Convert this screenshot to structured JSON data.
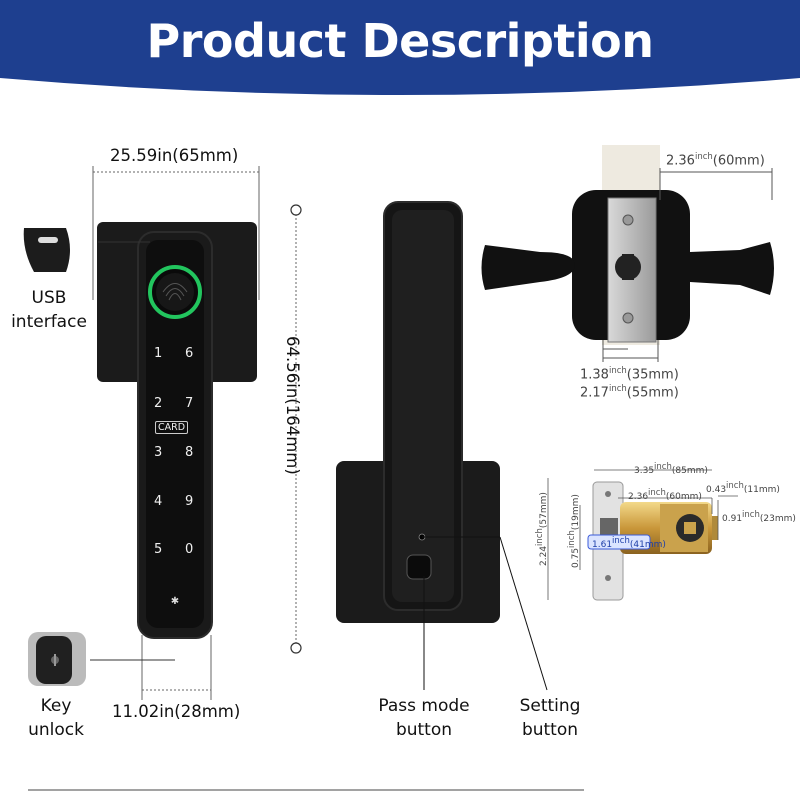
{
  "banner": {
    "title": "Product Description",
    "background_color": "#1e3f8f"
  },
  "front_view": {
    "width_label": "25.59in(65mm)",
    "height_label": "64.56in(164mm)",
    "handle_width_label": "11.02in(28mm)",
    "usb_label_line1": "USB",
    "usb_label_line2": "interface",
    "key_label_line1": "Key",
    "key_label_line2": "unlock",
    "card_label": "CARD",
    "keypad": [
      [
        "1",
        "6"
      ],
      [
        "2",
        "7"
      ],
      [
        "3",
        "8"
      ],
      [
        "4",
        "9"
      ],
      [
        "5",
        "0"
      ]
    ],
    "fingerprint_ring_color": "#22c55e"
  },
  "side_view": {
    "pass_mode_line1": "Pass mode",
    "pass_mode_line2": "button",
    "setting_line1": "Setting",
    "setting_line2": "button"
  },
  "door_view": {
    "thickness_value": "2.36",
    "thickness_unit": "inch",
    "thickness_mm": "(60mm)",
    "backset1_value": "1.38",
    "backset1_unit": "inch",
    "backset1_mm": "(35mm)",
    "backset2_value": "2.17",
    "backset2_unit": "inch",
    "backset2_mm": "(55mm)"
  },
  "latch_view": {
    "total_length": "3.35",
    "total_length_mm": "(85mm)",
    "body_length": "2.36",
    "body_length_mm": "(60mm)",
    "bolt_depth": "0.43",
    "bolt_depth_mm": "(11mm)",
    "bolt_height": "0.91",
    "bolt_height_mm": "(23mm)",
    "plate_height": "2.24",
    "plate_height_mm": "(57mm)",
    "hole_size": "0.75",
    "hole_size_mm": "(19mm)",
    "bolt_length": "1.61",
    "bolt_length_mm": "(41mm)",
    "inch_unit": "inch"
  }
}
